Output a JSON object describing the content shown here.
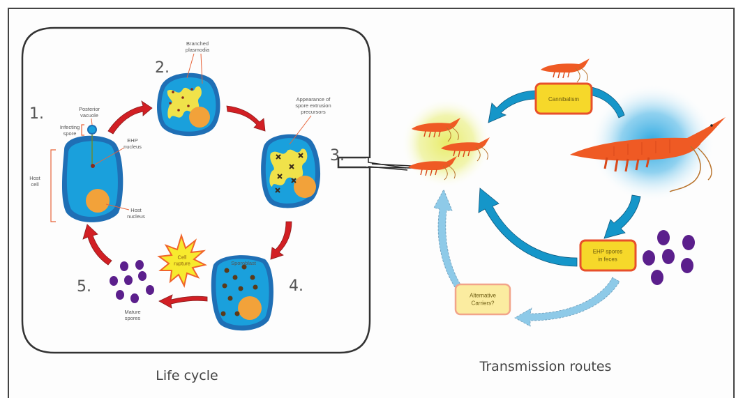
{
  "figure": {
    "panels": {
      "life_cycle": {
        "caption": "Life cycle",
        "stages": [
          {
            "number": "1.",
            "labels": {
              "posterior_vacuole": "Posterior\nvacuole",
              "infecting_spore": "Infecting\nspore",
              "ehp_nucleus": "EHP\nnucleus",
              "host_cell": "Host\ncell",
              "host_nucleus": "Host\nnucleus"
            }
          },
          {
            "number": "2.",
            "labels": {
              "branched_plasmodia": "Branched\nplasmodia"
            }
          },
          {
            "number": "3.",
            "labels": {
              "spore_extrusion": "Appearance of\nspore extrusion\nprecursors"
            }
          },
          {
            "number": "4.",
            "labels": {
              "sporoblast": "Sporoblast"
            }
          },
          {
            "number": "5.",
            "labels": {
              "mature_spores": "Mature\nspores"
            }
          }
        ],
        "burst_label": "Cell\nrupture"
      },
      "transmission": {
        "caption": "Transmission routes",
        "boxes": {
          "cannibalism": "Cannibalism",
          "ehp_spores": "EHP spores\nin feces",
          "alt_carriers": "Alternative\nCarriers?"
        }
      }
    },
    "colors": {
      "cell_outer": "#1f6fb5",
      "cell_inner": "#1aa0dc",
      "nucleus": "#f2a23a",
      "plasmodia": "#f0e24a",
      "lifecycle_arrow": "#d21f24",
      "transmission_arrow": "#1596c9",
      "alt_arrow": "#8ecae8",
      "spore": "#5b1f8c",
      "shrimp": "#ef5a24",
      "box_fill": "#f6d82a",
      "box_border": "#e8502a",
      "alt_box_fill": "#fbeca0",
      "alt_box_border": "#f2a48a",
      "label_line": "#e8643a"
    }
  }
}
